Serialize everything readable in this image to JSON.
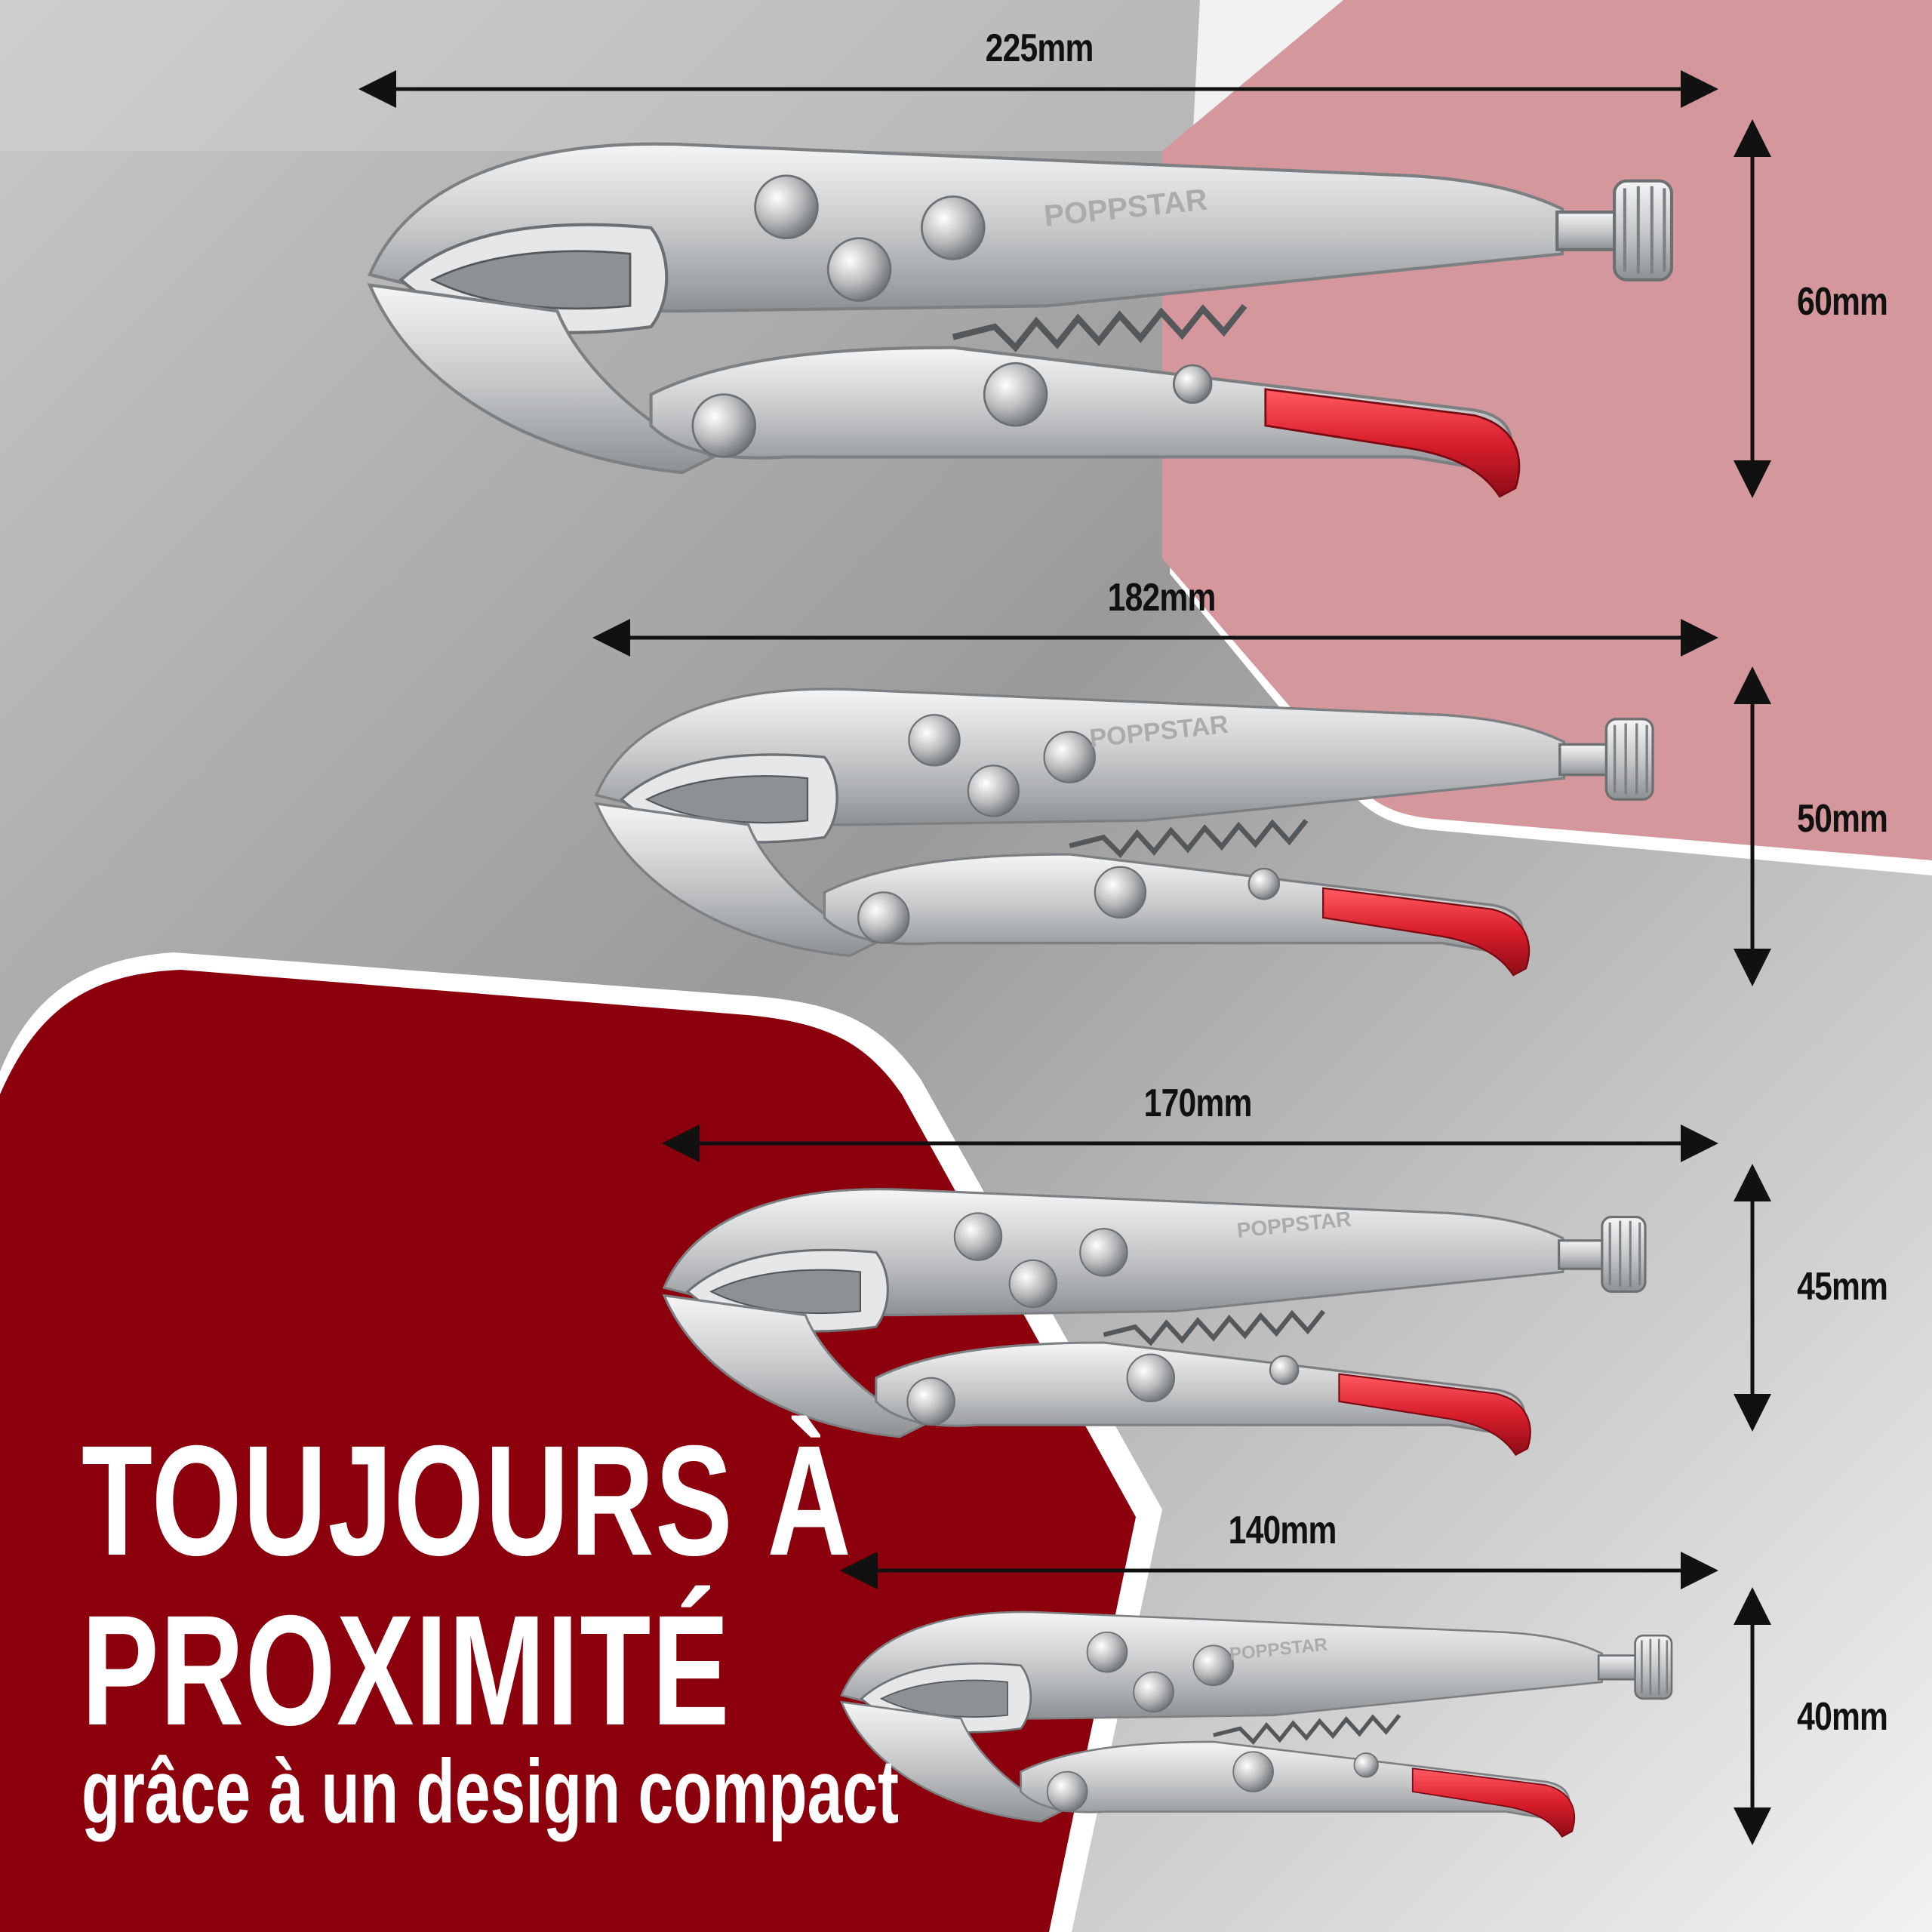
{
  "headline": {
    "line1": "TOUJOURS À",
    "line2": "PROXIMITÉ",
    "subline": "grâce à un design compact"
  },
  "brand": "POPPSTAR",
  "tools": [
    {
      "length": "225mm",
      "height": "60mm"
    },
    {
      "length": "182mm",
      "height": "50mm"
    },
    {
      "length": "170mm",
      "height": "45mm"
    },
    {
      "length": "140mm",
      "height": "40mm"
    }
  ],
  "colors": {
    "dark_red": "#8b000c",
    "pink": "#d4989c",
    "handle_red": "#d81e2c",
    "steel": "#cfd1d3"
  }
}
